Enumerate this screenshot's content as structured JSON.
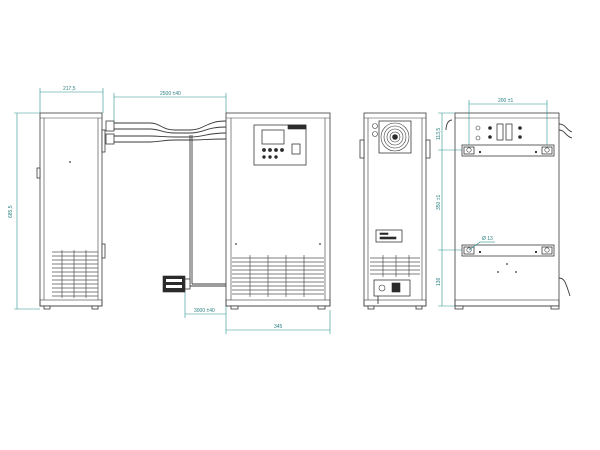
{
  "dimensions": {
    "side_depth": "217,5",
    "cable_top": "2500 ±40",
    "height_total": "685,5",
    "cable_bottom": "3000 ±40",
    "front_width": "345",
    "rear_bracket_width": "200 ±1",
    "rear_top_offset": "113,5",
    "rear_bracket_spacing": "350 ±1",
    "rear_bottom_offset": "136",
    "rear_hole": "Ø 13"
  },
  "colors": {
    "line": "#3a3a3a",
    "dimension": "#2a8f8f",
    "background": "#ffffff"
  }
}
